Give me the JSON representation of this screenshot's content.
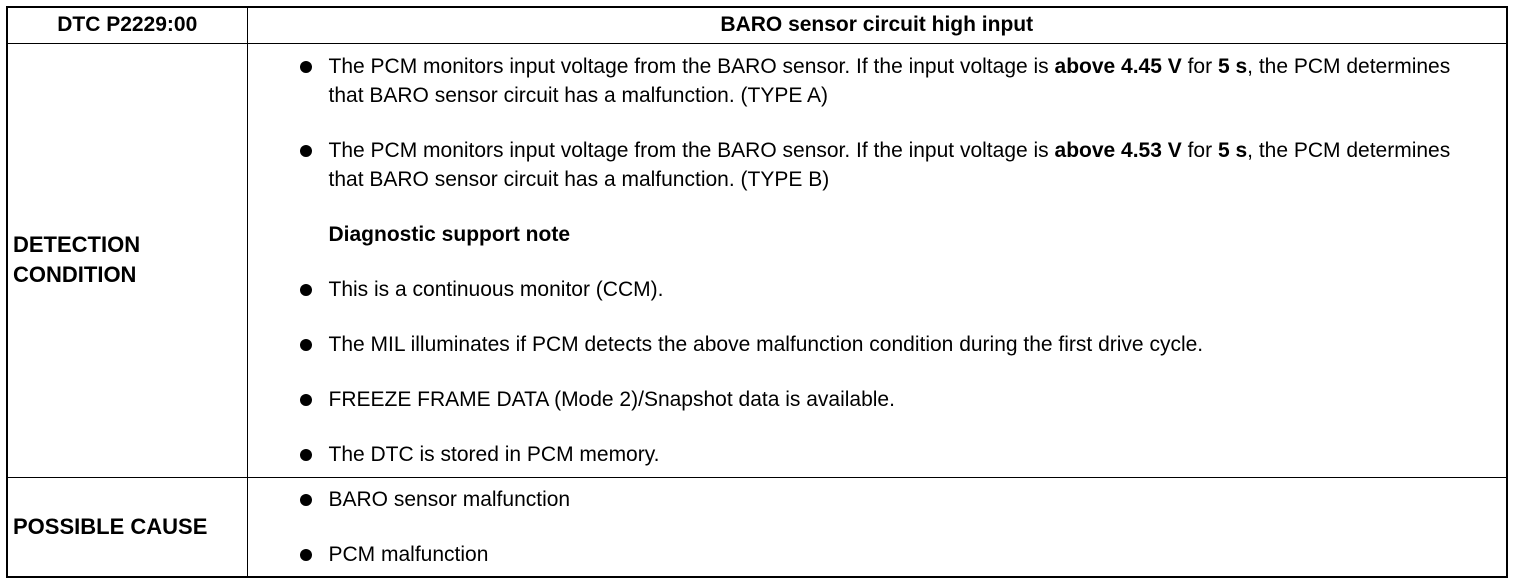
{
  "header": {
    "code": "DTC P2229:00",
    "title": "BARO sensor circuit high input"
  },
  "detection": {
    "label_line1": "DETECTION",
    "label_line2": "CONDITION",
    "item1": {
      "t1": "The PCM monitors input voltage from the BARO sensor. If the input voltage is ",
      "b1": "above 4.45 V",
      "t2": " for ",
      "b2": "5 s",
      "t3": ", the PCM determines that BARO sensor circuit has a malfunction. (TYPE A)"
    },
    "item2": {
      "t1": "The PCM monitors input voltage from the BARO sensor. If the input voltage is ",
      "b1": "above 4.53 V",
      "t2": " for ",
      "b2": "5 s",
      "t3": ", the PCM determines that BARO sensor circuit has a malfunction. (TYPE B)"
    },
    "note_title": "Diagnostic support note",
    "notes": [
      "This is a continuous monitor (CCM).",
      "The MIL illuminates if PCM detects the above malfunction condition during the first drive cycle.",
      "FREEZE FRAME DATA (Mode 2)/Snapshot data is available.",
      "The DTC is stored in PCM memory."
    ]
  },
  "cause": {
    "label": "POSSIBLE CAUSE",
    "items": [
      "BARO sensor malfunction",
      "PCM malfunction"
    ]
  }
}
